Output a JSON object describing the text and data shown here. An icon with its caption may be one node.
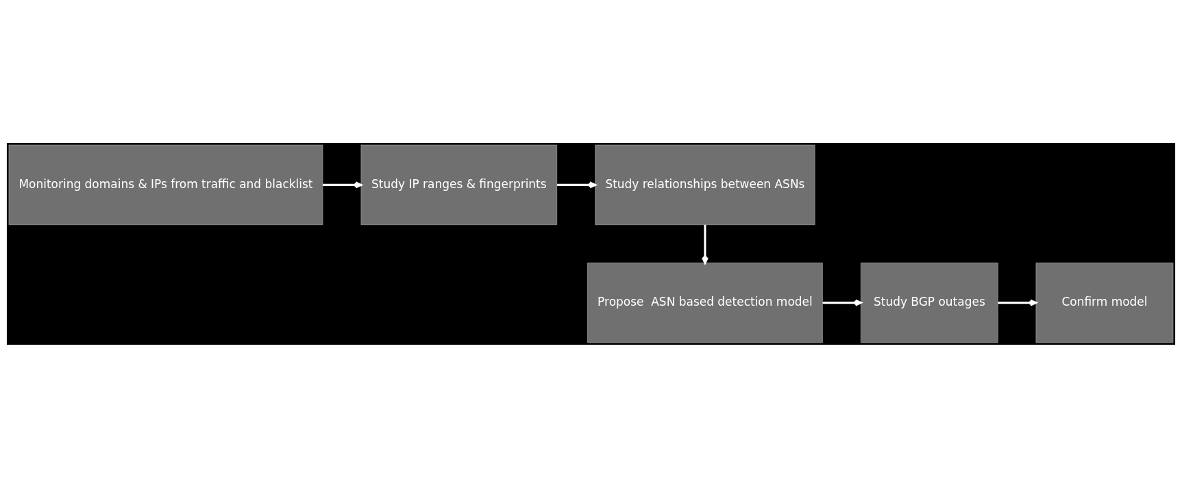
{
  "diagram": {
    "nodes": [
      {
        "text": [
          "Monitoring domains & IPs from traffic and blacklist"
        ]
      },
      {
        "text": [
          "Study IP ranges & fingerprints"
        ]
      },
      {
        "text": [
          "Study relationships between ASNs"
        ]
      },
      {
        "text": [
          "Propose  ASN based detection model"
        ]
      },
      {
        "text": [
          "Study BGP outages"
        ]
      },
      {
        "text": [
          "Confirm model"
        ]
      }
    ],
    "edges": [
      {
        "from": 0,
        "to": 1,
        "arrow": "to"
      },
      {
        "from": 1,
        "to": 2,
        "arrow": "to"
      },
      {
        "from": 2,
        "to": 3,
        "arrow": "to"
      },
      {
        "from": 3,
        "to": 4,
        "arrow": "to"
      },
      {
        "from": 4,
        "to": 5,
        "arrow": "to"
      }
    ]
  }
}
